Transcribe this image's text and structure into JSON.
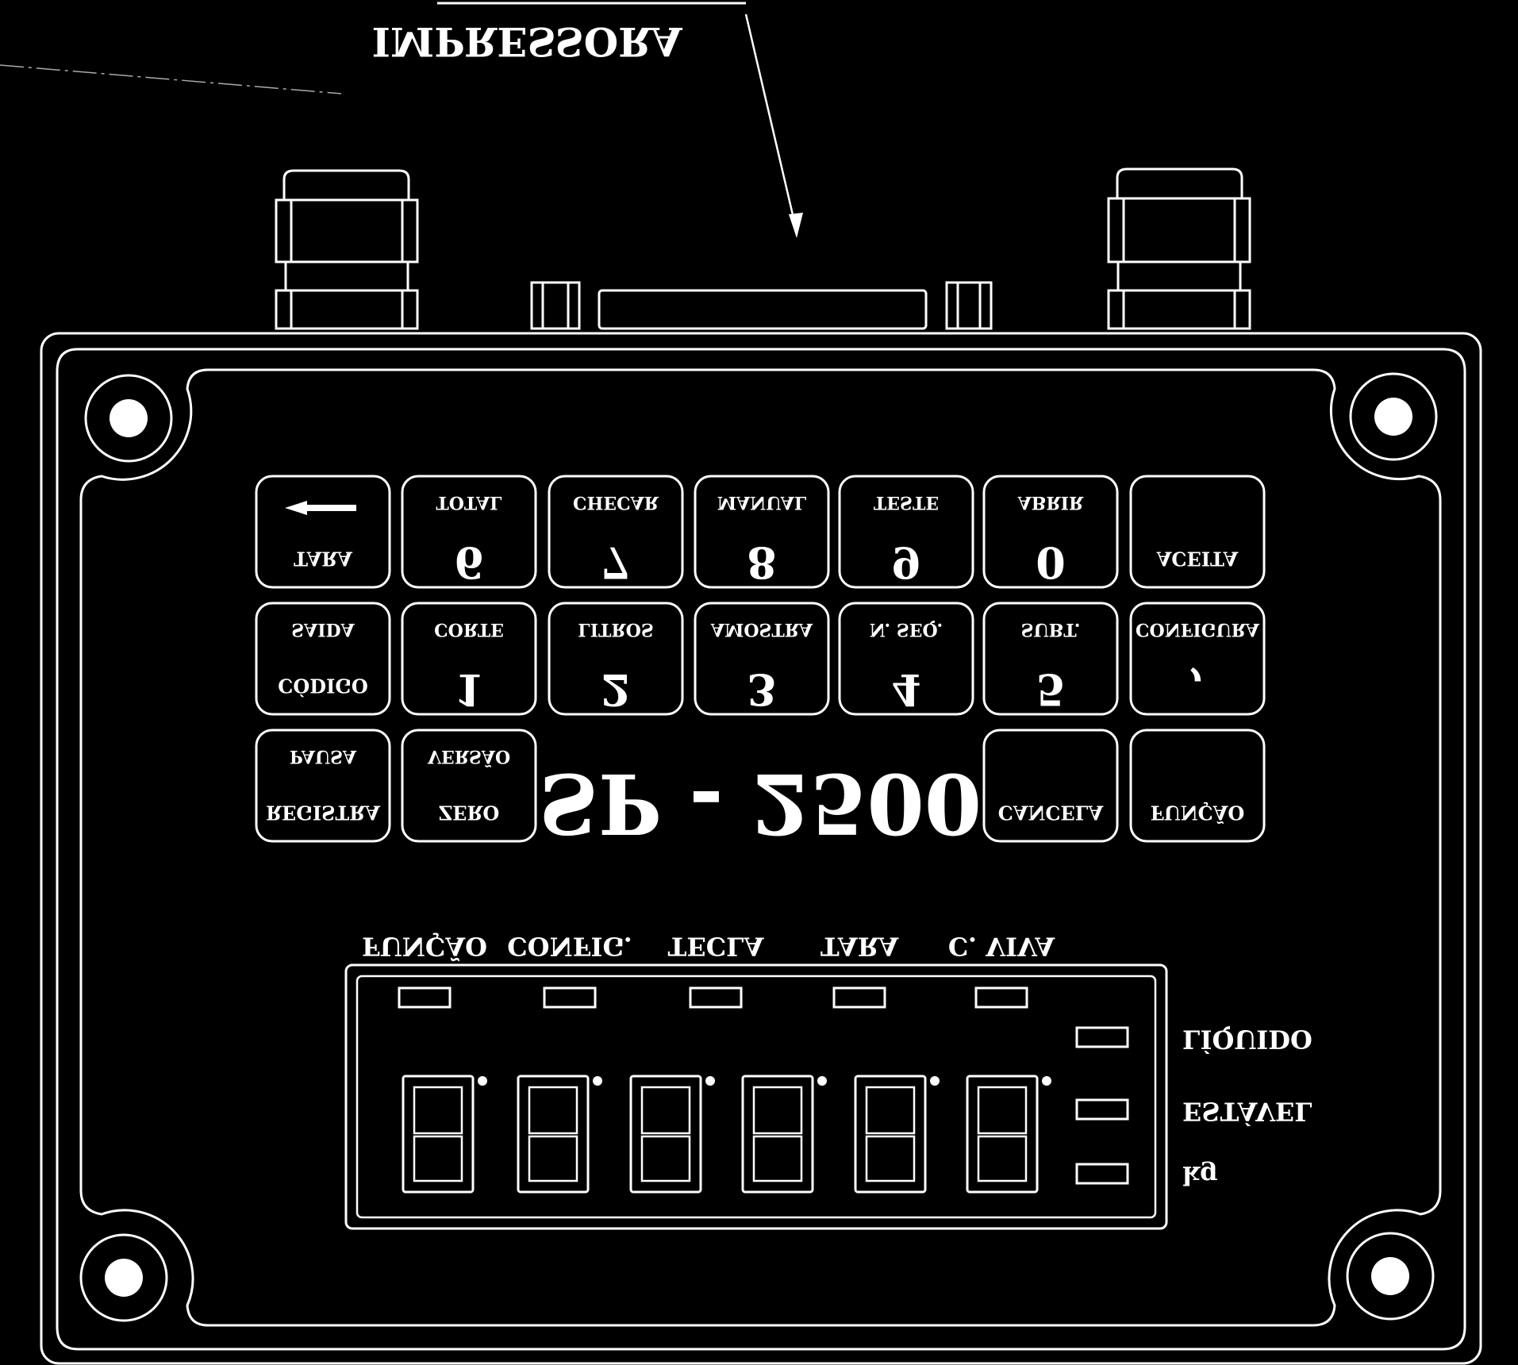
{
  "printer_label": "IMPRESSORA",
  "model": "SP - 2500",
  "keypad": {
    "row1": [
      {
        "top": "",
        "bottom": "TARA",
        "icon": "left-arrow-icon"
      },
      {
        "top": "TOTAL",
        "bottom": "6"
      },
      {
        "top": "CHECAR",
        "bottom": "7"
      },
      {
        "top": "MANUAL",
        "bottom": "8"
      },
      {
        "top": "TESTE",
        "bottom": "9"
      },
      {
        "top": "ABRIR",
        "bottom": "0"
      },
      {
        "top": "",
        "bottom": "ACEITA"
      }
    ],
    "row2": [
      {
        "top": "SAIDA",
        "bottom": "CÓDIGO"
      },
      {
        "top": "CORTE",
        "bottom": "1"
      },
      {
        "top": "LITROS",
        "bottom": "2"
      },
      {
        "top": "AMOSTRA",
        "bottom": "3"
      },
      {
        "top": "N. SEQ.",
        "bottom": "4"
      },
      {
        "top": "SUBT.",
        "bottom": "5"
      },
      {
        "top": "CONFIGURA",
        "bottom": ","
      }
    ],
    "row3_left": [
      {
        "top": "PAUSA",
        "bottom": "REGISTRA"
      },
      {
        "top": "VERSÃO",
        "bottom": "ZERO"
      }
    ],
    "row3_right": [
      {
        "top": "",
        "bottom": "CANCELA"
      },
      {
        "top": "",
        "bottom": "FUNÇÃO"
      }
    ]
  },
  "indicators_top": [
    "FUNÇÃO",
    "CONFIG.",
    "TECLA",
    "TARA",
    "C. VIVA"
  ],
  "indicators_right": [
    "LÍQUIDO",
    "ESTÁVEL",
    "kg"
  ],
  "digit_count": 6
}
